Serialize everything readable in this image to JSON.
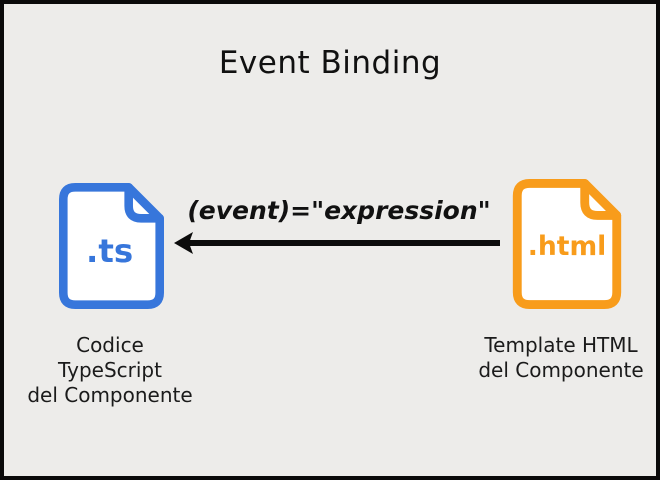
{
  "canvas": {
    "background_color": "#edecea",
    "border_color": "#0a0a0a"
  },
  "title": "Event Binding",
  "arrow": {
    "label": "(event)=\"expression\"",
    "color": "#0c0c0c",
    "direction": "right-to-left"
  },
  "ts_file": {
    "extension": ".ts",
    "color": "#3776db",
    "caption_line1": "Codice TypeScript",
    "caption_line2": "del Componente"
  },
  "html_file": {
    "extension": ".html",
    "color": "#f89c1b",
    "caption_line1": "Template HTML",
    "caption_line2": "del Componente"
  }
}
